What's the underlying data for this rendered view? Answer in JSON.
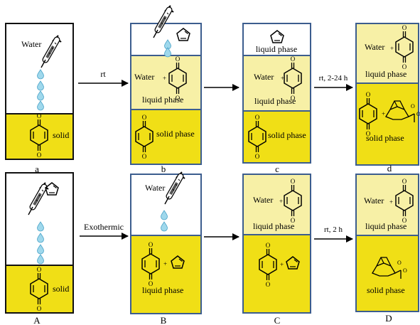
{
  "top_row": {
    "panel_a": {
      "label": "a",
      "water": "Water",
      "solid": "solid"
    },
    "arrow_1": "rt",
    "panel_b": {
      "label": "b",
      "water": "Water",
      "liquid": "liquid phase",
      "solid": "solid phase"
    },
    "panel_c": {
      "label": "c",
      "liquid_top": "liquid phase",
      "water": "Water",
      "liquid": "liquid phase",
      "solid": "solid phase"
    },
    "arrow_3": "rt, 2-24 h",
    "panel_d": {
      "label": "d",
      "water": "Water",
      "liquid": "liquid phase",
      "solid": "solid phase"
    }
  },
  "bottom_row": {
    "panel_A": {
      "label": "A",
      "solid": "solid"
    },
    "arrow_1": "Exothermic",
    "panel_B": {
      "label": "B",
      "water": "Water",
      "liquid": "liquid phase"
    },
    "panel_C": {
      "label": "C",
      "water": "Water",
      "liquid": "liquid phase"
    },
    "arrow_3": "rt, 2 h",
    "panel_D": {
      "label": "D",
      "water": "Water",
      "liquid": "liquid phase",
      "solid": "solid phase"
    }
  },
  "plus": "+",
  "colors": {
    "solid_yellow": "#f0df16",
    "liquid_yellow": "#f7f0a6",
    "panel_border_blue": "#3c5d8e",
    "panel_border_black": "#111111",
    "droplet": "#9fd8ec"
  },
  "icons": [
    "syringe-icon",
    "droplet-icon",
    "benzoquinone-icon",
    "cyclopentadiene-icon",
    "diels-alder-adduct-icon",
    "arrow-icon"
  ]
}
